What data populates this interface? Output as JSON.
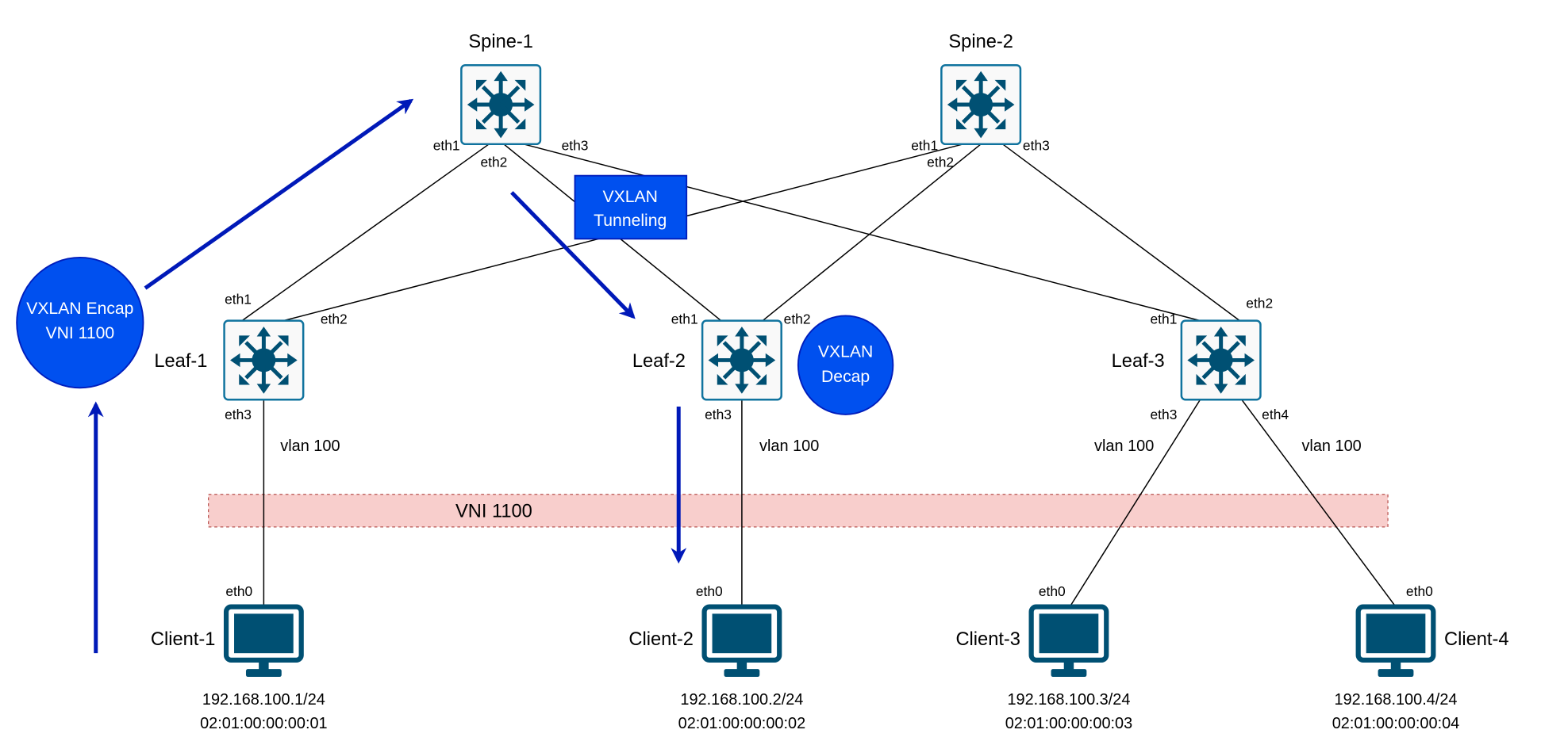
{
  "colors": {
    "device": "#005073",
    "device_border": "#10739e",
    "device_fill": "#f9f9f9",
    "flow_arrow": "#0019b8",
    "vxlan_blue": "#0050ef",
    "vni_fill": "#f8cecc",
    "vni_border": "#b85450"
  },
  "spines": [
    {
      "name": "Spine-1",
      "ports": [
        "eth1",
        "eth2",
        "eth3"
      ]
    },
    {
      "name": "Spine-2",
      "ports": [
        "eth1",
        "eth2",
        "eth3"
      ]
    }
  ],
  "leaves": [
    {
      "name": "Leaf-1",
      "ports": [
        "eth1",
        "eth2",
        "eth3"
      ]
    },
    {
      "name": "Leaf-2",
      "ports": [
        "eth1",
        "eth2",
        "eth3"
      ]
    },
    {
      "name": "Leaf-3",
      "ports": [
        "eth1",
        "eth2",
        "eth3",
        "eth4"
      ]
    }
  ],
  "vlan_label": "vlan 100",
  "clients": [
    {
      "name": "Client-1",
      "port": "eth0",
      "ip": "192.168.100.1/24",
      "mac": "02:01:00:00:00:01"
    },
    {
      "name": "Client-2",
      "port": "eth0",
      "ip": "192.168.100.2/24",
      "mac": "02:01:00:00:00:02"
    },
    {
      "name": "Client-3",
      "port": "eth0",
      "ip": "192.168.100.3/24",
      "mac": "02:01:00:00:00:03"
    },
    {
      "name": "Client-4",
      "port": "eth0",
      "ip": "192.168.100.4/24",
      "mac": "02:01:00:00:00:04"
    }
  ],
  "annotations": {
    "tunnel": [
      "VXLAN",
      "Tunneling"
    ],
    "encap": [
      "VXLAN Encap",
      "VNI 1100"
    ],
    "decap": [
      "VXLAN",
      "Decap"
    ],
    "vni_band": "VNI 1100"
  }
}
